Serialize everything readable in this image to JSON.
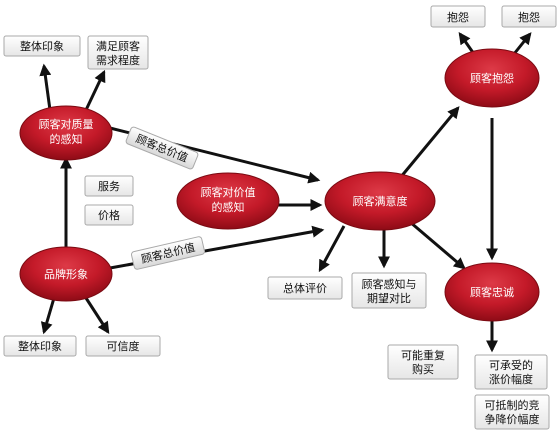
{
  "nodes": {
    "perceived_quality": [
      "顾客对质量",
      "的感知"
    ],
    "brand_image": "品牌形象",
    "perceived_value": [
      "顾客对价值",
      "的感知"
    ],
    "satisfaction": "顾客满意度",
    "complaint": "顾客抱怨",
    "loyalty": "顾客忠诚"
  },
  "boxes": {
    "overall_impression_top": "整体印象",
    "customer_needs": [
      "满足顾客",
      "需求程度"
    ],
    "service": "服务",
    "price": "价格",
    "overall_impression_bottom": "整体印象",
    "credibility": "可信度",
    "overall_evaluation": "总体评价",
    "perception_vs_expectation": [
      "顾客感知与",
      "期望对比"
    ],
    "complaint_1": "抱怨",
    "complaint_2": "抱怨",
    "repurchase": [
      "可能重复",
      "购买"
    ],
    "price_increase": [
      "可承受的",
      "涨价幅度"
    ],
    "price_decrease": [
      "可抵制的竞",
      "争降价幅度"
    ]
  },
  "labels": {
    "total_value_upper": "顾客总价值",
    "total_value_lower": "顾客总价值"
  }
}
